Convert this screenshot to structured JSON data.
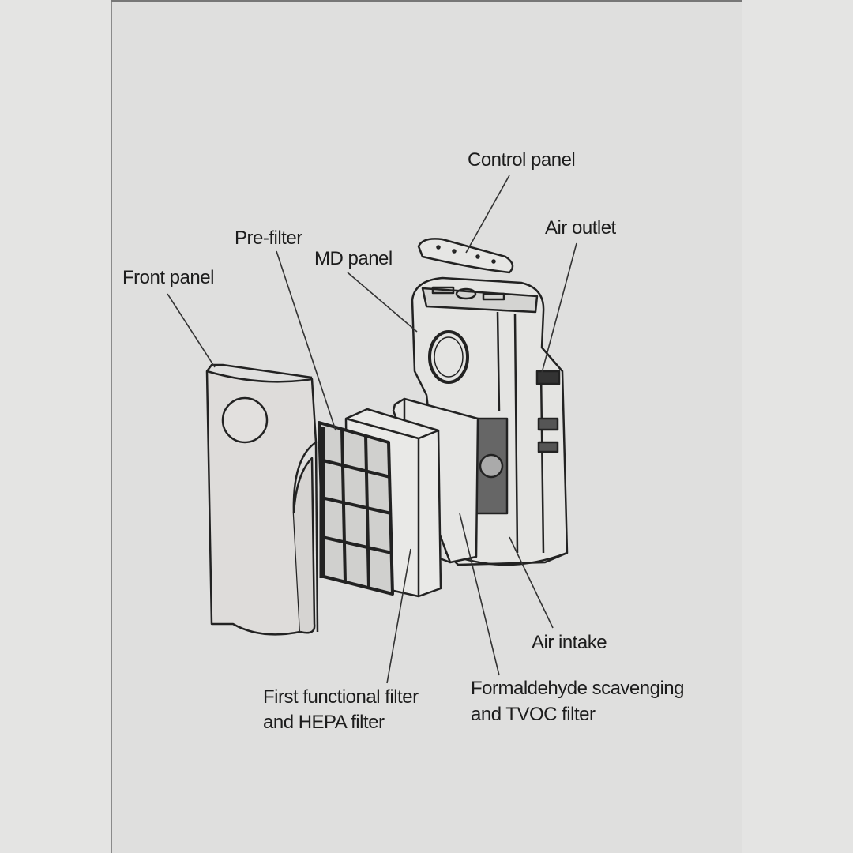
{
  "labels": {
    "control_panel": "Control panel",
    "air_outlet": "Air outlet",
    "pre_filter": "Pre-filter",
    "md_panel": "MD panel",
    "front_panel": "Front panel",
    "air_intake": "Air intake",
    "first_filter_line1": "First functional filter",
    "first_filter_line2": "and HEPA filter",
    "formaldehyde_line1": "Formaldehyde scavenging",
    "formaldehyde_line2": "and TVOC filter"
  }
}
